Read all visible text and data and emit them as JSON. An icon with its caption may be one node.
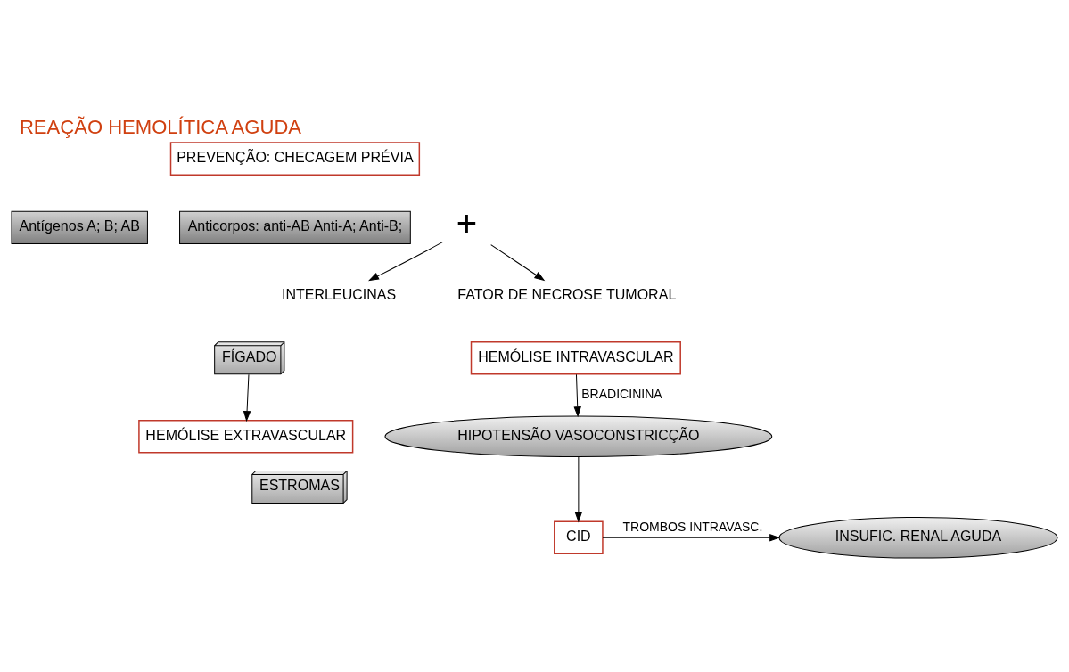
{
  "diagram": {
    "title": "REAÇÃO HEMOLÍTICA AGUDA",
    "nodes": [
      {
        "text": [
          "PREVENÇÃO: CHECAGEM PRÉVIA"
        ]
      },
      {
        "text": [
          "Antígenos A; B; AB"
        ]
      },
      {
        "text": [
          "Anticorpos: anti-AB Anti-A; Anti-B;"
        ]
      },
      {
        "text": [
          "+"
        ]
      },
      {
        "text": [
          "INTERLEUCINAS"
        ]
      },
      {
        "text": [
          "FATOR DE NECROSE TUMORAL"
        ]
      },
      {
        "text": [
          "FÍGADO"
        ]
      },
      {
        "text": [
          "ESTROMAS"
        ]
      },
      {
        "text": [
          "HEMÓLISE EXTRAVASCULAR"
        ]
      },
      {
        "text": [
          "HEMÓLISE INTRAVASCULAR"
        ]
      },
      {
        "text": [
          "HIPOTENSÃO VASOCONSTRICÇÃO"
        ]
      },
      {
        "text": [
          "INSUFIC. RENAL AGUDA"
        ]
      },
      {
        "text": [
          "CID"
        ]
      }
    ],
    "edges": [
      {
        "from": 3,
        "to": 4,
        "arrow": "to"
      },
      {
        "from": 3,
        "to": 5,
        "arrow": "to"
      },
      {
        "from": 6,
        "to": 8,
        "arrow": "to"
      },
      {
        "from": 9,
        "to": 10,
        "arrow": "to",
        "label": "BRADICININA"
      },
      {
        "from": 10,
        "to": 12,
        "arrow": "to"
      },
      {
        "from": 12,
        "to": 11,
        "arrow": "to",
        "label": "TROMBOS INTRAVASC."
      }
    ]
  }
}
